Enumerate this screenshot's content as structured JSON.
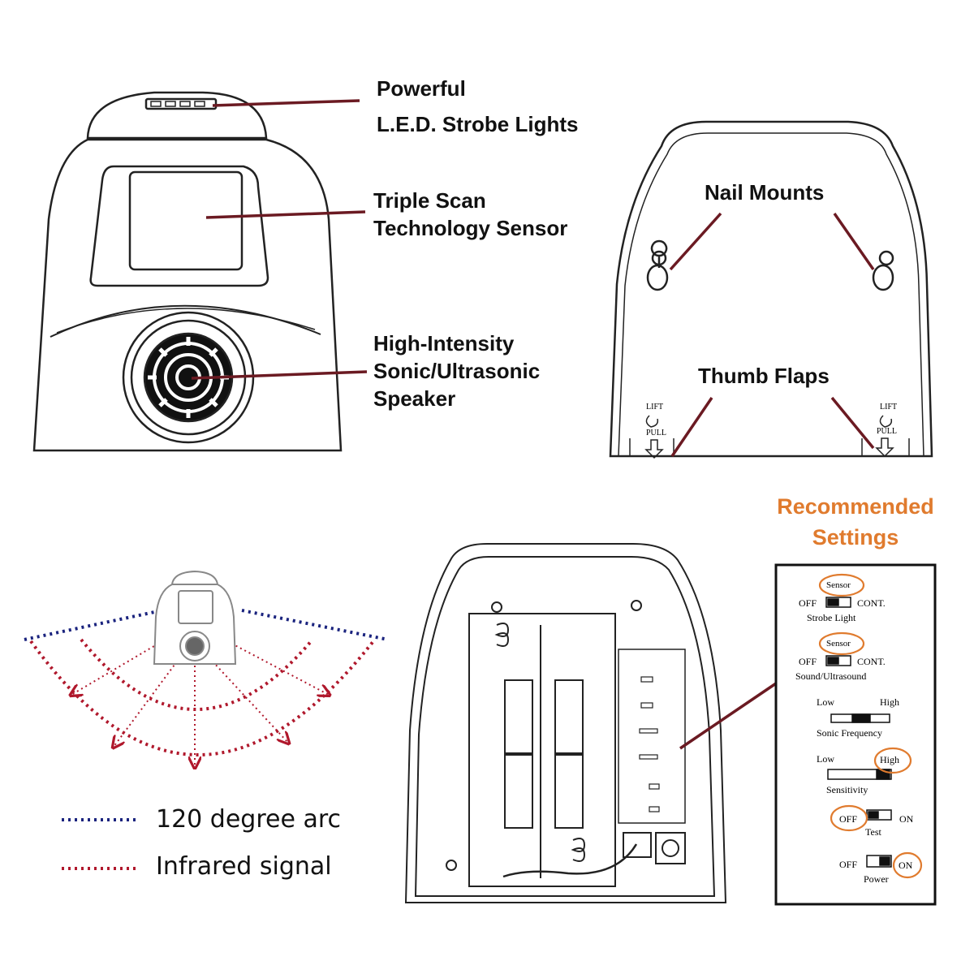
{
  "front": {
    "callouts": {
      "led_line1": "Powerful",
      "led_line2": "L.E.D. Strobe Lights",
      "sensor_line1": "Triple Scan",
      "sensor_line2": "Technology Sensor",
      "speaker_line1": "High-Intensity",
      "speaker_line2": "Sonic/Ultrasonic",
      "speaker_line3": "Speaker"
    }
  },
  "back": {
    "nail_mounts": "Nail Mounts",
    "thumb_flaps": "Thumb Flaps",
    "flap_lift": "LIFT",
    "flap_pull": "PULL"
  },
  "coverage": {
    "legend": [
      {
        "label": "120 degree arc",
        "color": "#1a237e"
      },
      {
        "label": "Infrared signal",
        "color": "#b0182c"
      }
    ]
  },
  "settings": {
    "title_line1": "Recommended",
    "title_line2": "Settings",
    "sensor_tag": "Sensor",
    "off": "OFF",
    "cont": "CONT.",
    "on": "ON",
    "low": "Low",
    "high": "High",
    "strobe_label": "Strobe Light",
    "sound_label": "Sound/Ultrasound",
    "sonic_label": "Sonic Frequency",
    "sensitivity_label": "Sensitivity",
    "test_label": "Test",
    "power_label": "Power",
    "accent_color": "#e07b2e"
  },
  "colors": {
    "leader_line": "#6b1a22",
    "outline": "#222222"
  }
}
